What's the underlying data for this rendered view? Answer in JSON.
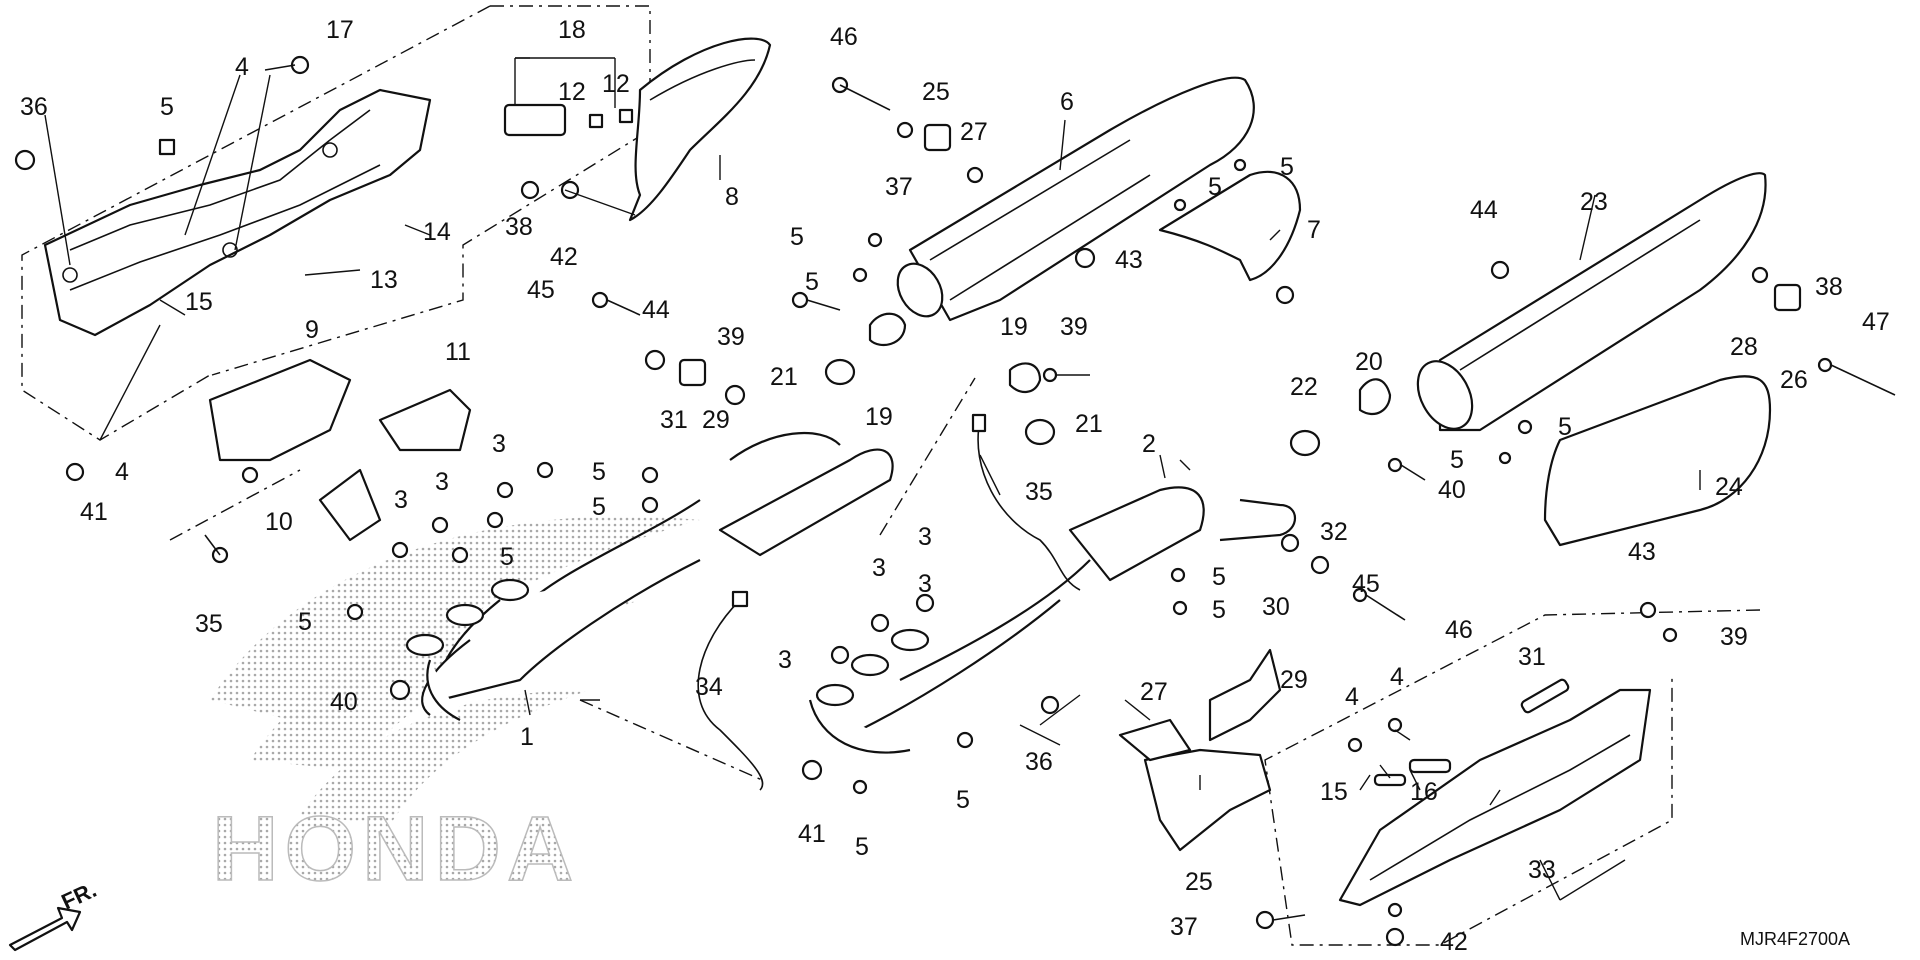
{
  "watermark_text": "HONDA",
  "diagram_code": "MJR4F2700A",
  "front_indicator": "FR.",
  "callouts": [
    "1",
    "2",
    "3",
    "3",
    "3",
    "3",
    "3",
    "3",
    "3",
    "4",
    "4",
    "4",
    "4",
    "5",
    "5",
    "5",
    "5",
    "5",
    "5",
    "5",
    "5",
    "5",
    "5",
    "5",
    "5",
    "5",
    "5",
    "5",
    "6",
    "7",
    "8",
    "9",
    "10",
    "11",
    "12",
    "12",
    "13",
    "14",
    "15",
    "15",
    "16",
    "17",
    "18",
    "19",
    "19",
    "20",
    "21",
    "21",
    "22",
    "23",
    "24",
    "25",
    "25",
    "26",
    "27",
    "27",
    "28",
    "29",
    "29",
    "30",
    "31",
    "31",
    "32",
    "33",
    "34",
    "35",
    "35",
    "36",
    "36",
    "37",
    "37",
    "38",
    "38",
    "39",
    "39",
    "39",
    "40",
    "40",
    "41",
    "41",
    "42",
    "42",
    "43",
    "43",
    "44",
    "44",
    "45",
    "45",
    "46",
    "46",
    "47"
  ],
  "colors": {
    "line": "#111111",
    "background": "#ffffff",
    "watermark": "#b8b8b8"
  }
}
